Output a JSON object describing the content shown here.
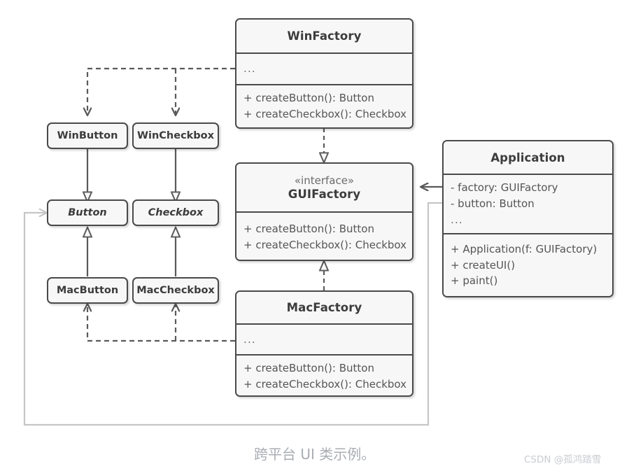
{
  "diagram": {
    "caption": "跨平台 UI 类示例。",
    "watermark": "CSDN @孤鸿踏雪",
    "colors": {
      "box_border": "#4a4a4a",
      "box_fill": "#f7f7f7",
      "edge": "#5a5a5a",
      "faded_edge": "#c6c6c6",
      "title_text": "#3c3c3c",
      "member_text": "#555555",
      "caption_text": "#a9adb2"
    }
  },
  "classes": {
    "win_factory": {
      "name": "WinFactory",
      "attributes": [
        "..."
      ],
      "methods": [
        "+ createButton(): Button",
        "+ createCheckbox(): Checkbox"
      ]
    },
    "gui_factory": {
      "stereotype": "«interface»",
      "name": "GUIFactory",
      "methods": [
        "+ createButton(): Button",
        "+ createCheckbox(): Checkbox"
      ]
    },
    "mac_factory": {
      "name": "MacFactory",
      "attributes": [
        "..."
      ],
      "methods": [
        "+ createButton(): Button",
        "+ createCheckbox(): Checkbox"
      ]
    },
    "application": {
      "name": "Application",
      "attributes": [
        "- factory: GUIFactory",
        "- button: Button",
        "..."
      ],
      "methods": [
        "+ Application(f: GUIFactory)",
        "+ createUI()",
        "+ paint()"
      ]
    }
  },
  "products": {
    "win_button": {
      "name": "WinButton",
      "abstract": false
    },
    "win_checkbox": {
      "name": "WinCheckbox",
      "abstract": false
    },
    "button": {
      "name": "Button",
      "abstract": true
    },
    "checkbox": {
      "name": "Checkbox",
      "abstract": true
    },
    "mac_button": {
      "name": "MacButton",
      "abstract": false
    },
    "mac_checkbox": {
      "name": "MacCheckbox",
      "abstract": false
    }
  },
  "relations": [
    {
      "kind": "realization",
      "from": "WinFactory",
      "to": "GUIFactory"
    },
    {
      "kind": "realization",
      "from": "MacFactory",
      "to": "GUIFactory"
    },
    {
      "kind": "dependency",
      "from": "WinFactory",
      "to": "WinButton"
    },
    {
      "kind": "dependency",
      "from": "WinFactory",
      "to": "WinCheckbox"
    },
    {
      "kind": "dependency",
      "from": "MacFactory",
      "to": "MacButton"
    },
    {
      "kind": "dependency",
      "from": "MacFactory",
      "to": "MacCheckbox"
    },
    {
      "kind": "generalization",
      "from": "WinButton",
      "to": "Button"
    },
    {
      "kind": "generalization",
      "from": "WinCheckbox",
      "to": "Checkbox"
    },
    {
      "kind": "generalization",
      "from": "MacButton",
      "to": "Button"
    },
    {
      "kind": "generalization",
      "from": "MacCheckbox",
      "to": "Checkbox"
    },
    {
      "kind": "association",
      "from": "Application",
      "to": "GUIFactory"
    },
    {
      "kind": "association",
      "from": "Application",
      "to": "Button"
    }
  ]
}
